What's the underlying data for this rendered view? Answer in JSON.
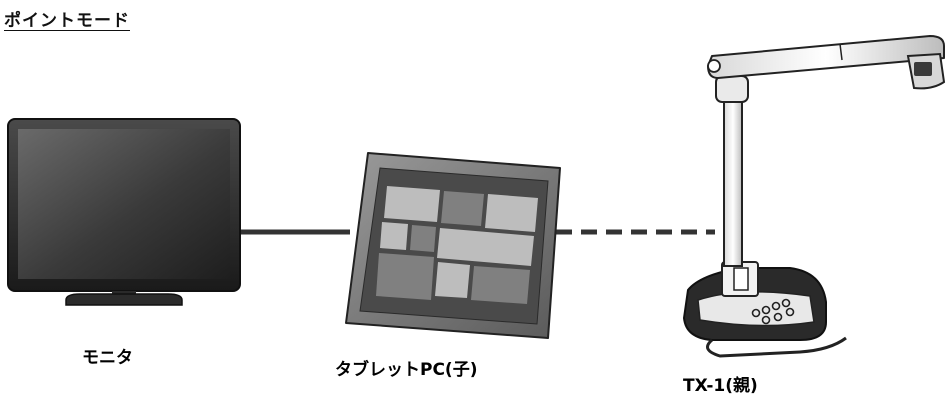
{
  "title": "ポイントモード",
  "devices": {
    "monitor": {
      "label": "モニタ"
    },
    "tablet": {
      "label": "タブレットPC(子)"
    },
    "camera": {
      "label": "TX-1(親)"
    }
  },
  "connections": [
    {
      "from": "monitor",
      "to": "tablet",
      "style": "solid"
    },
    {
      "from": "tablet",
      "to": "camera",
      "style": "dashed"
    }
  ],
  "colors": {
    "line": "#333333",
    "tile_dark": "#808080",
    "tile_light": "#bdbdbd"
  }
}
